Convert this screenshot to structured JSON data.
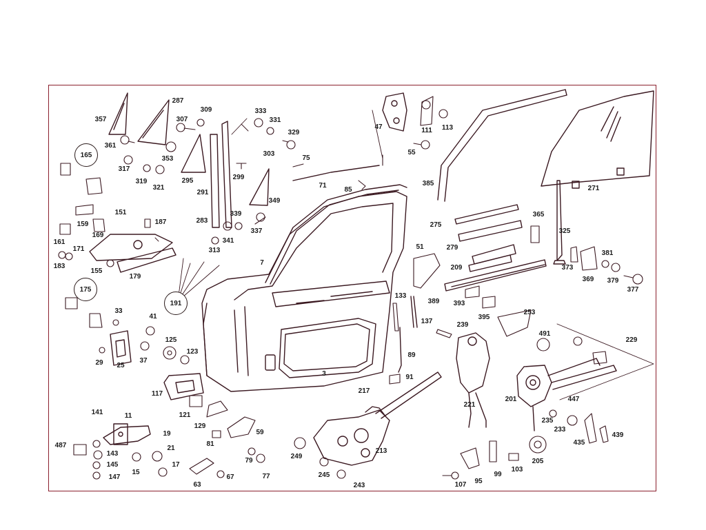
{
  "labels": {
    "l3": "3",
    "l7": "7",
    "l11": "11",
    "l15": "15",
    "l17": "17",
    "l19": "19",
    "l21": "21",
    "l25": "25",
    "l29": "29",
    "l33": "33",
    "l37": "37",
    "l41": "41",
    "l47": "47",
    "l51": "51",
    "l55": "55",
    "l59": "59",
    "l63": "63",
    "l67": "67",
    "l71": "71",
    "l75": "75",
    "l77": "77",
    "l79": "79",
    "l81": "81",
    "l85": "85",
    "l89": "89",
    "l91": "91",
    "l95": "95",
    "l99": "99",
    "l103": "103",
    "l107": "107",
    "l111": "111",
    "l113": "113",
    "l117": "117",
    "l121": "121",
    "l123": "123",
    "l125": "125",
    "l129": "129",
    "l133": "133",
    "l137": "137",
    "l141": "141",
    "l143": "143",
    "l145": "145",
    "l147": "147",
    "l151": "151",
    "l155": "155",
    "l159": "159",
    "l161": "161",
    "l165": "165",
    "l169": "169",
    "l171": "171",
    "l175": "175",
    "l179": "179",
    "l183": "183",
    "l187": "187",
    "l191": "191",
    "l201": "201",
    "l205": "205",
    "l209": "209",
    "l213": "213",
    "l217": "217",
    "l221": "221",
    "l229": "229",
    "l233": "233",
    "l235": "235",
    "l239": "239",
    "l243": "243",
    "l245": "245",
    "l249": "249",
    "l253": "253",
    "l271": "271",
    "l275": "275",
    "l279": "279",
    "l283": "283",
    "l287": "287",
    "l291": "291",
    "l295": "295",
    "l299": "299",
    "l303": "303",
    "l307": "307",
    "l309": "309",
    "l313": "313",
    "l317": "317",
    "l319": "319",
    "l321": "321",
    "l325": "325",
    "l329": "329",
    "l331": "331",
    "l333": "333",
    "l337": "337",
    "l339": "339",
    "l341": "341",
    "l349": "349",
    "l353": "353",
    "l357": "357",
    "l361": "361",
    "l365": "365",
    "l369": "369",
    "l373": "373",
    "l377": "377",
    "l379": "379",
    "l381": "381",
    "l385": "385",
    "l389": "389",
    "l393": "393",
    "l395": "395",
    "l435": "435",
    "l439": "439",
    "l447": "447",
    "l487": "487",
    "l491": "491"
  }
}
